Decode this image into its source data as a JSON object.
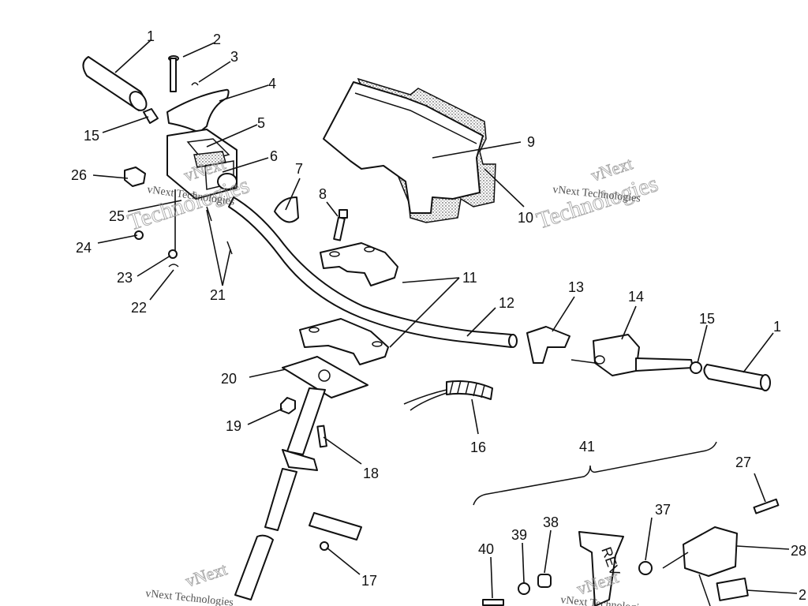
{
  "callouts": {
    "c1a": "1",
    "c2": "2",
    "c3": "3",
    "c4": "4",
    "c5": "5",
    "c6": "6",
    "c7": "7",
    "c8": "8",
    "c9": "9",
    "c10": "10",
    "c11": "11",
    "c12": "12",
    "c13": "13",
    "c14": "14",
    "c15a": "15",
    "c15b": "15",
    "c1b": "1",
    "c16": "16",
    "c17": "17",
    "c18": "18",
    "c19": "19",
    "c20": "20",
    "c21": "21",
    "c22": "22",
    "c23": "23",
    "c24": "24",
    "c25": "25",
    "c26": "26",
    "c27": "27",
    "c28": "28",
    "c29": "2",
    "c37": "37",
    "c38": "38",
    "c39": "39",
    "c40": "40",
    "c41": "41"
  },
  "part_label_rev": "REV",
  "watermark": {
    "brand_line1": "vNext",
    "brand_line2": "Technologies",
    "small_text": "vNext Technologies"
  }
}
